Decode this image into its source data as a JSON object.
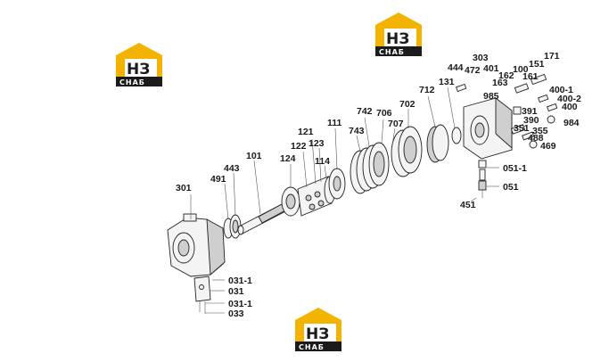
{
  "logo": {
    "mark": "НЗ",
    "brand": "СНАБ",
    "accent": "#f2b400",
    "dark": "#1b1b1b"
  },
  "labels": {
    "p303": "303",
    "p444": "444",
    "p472": "472",
    "p401": "401",
    "p162": "162",
    "p100": "100",
    "p151": "151",
    "p171": "171",
    "p985": "985",
    "p163": "163",
    "p161": "161",
    "p400_1": "400-1",
    "p400_2": "400-2",
    "p400": "400",
    "p131": "131",
    "p712": "712",
    "p391": "391",
    "p390": "390",
    "p984": "984",
    "p702": "702",
    "p742": "742",
    "p706": "706",
    "p707": "707",
    "p351": "351",
    "p355": "355",
    "p488": "488",
    "p469": "469",
    "p111": "111",
    "p743": "743",
    "p121": "121",
    "p122": "122",
    "p123": "123",
    "p124": "124",
    "p114": "114",
    "p101": "101",
    "p443": "443",
    "p491": "491",
    "p301": "301",
    "p051_1": "051-1",
    "p051": "051",
    "p451": "451",
    "p031_1a": "031-1",
    "p031": "031",
    "p031_1b": "031-1",
    "p033": "033"
  }
}
